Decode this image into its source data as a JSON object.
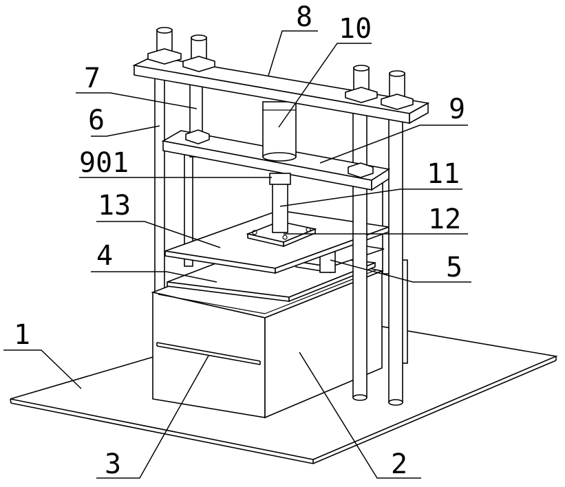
{
  "labels": {
    "l1": "1",
    "l2": "2",
    "l3": "3",
    "l4": "4",
    "l5": "5",
    "l6": "6",
    "l7": "7",
    "l8": "8",
    "l9": "9",
    "l901": "901",
    "l10": "10",
    "l11": "11",
    "l12": "12",
    "l13": "13"
  }
}
